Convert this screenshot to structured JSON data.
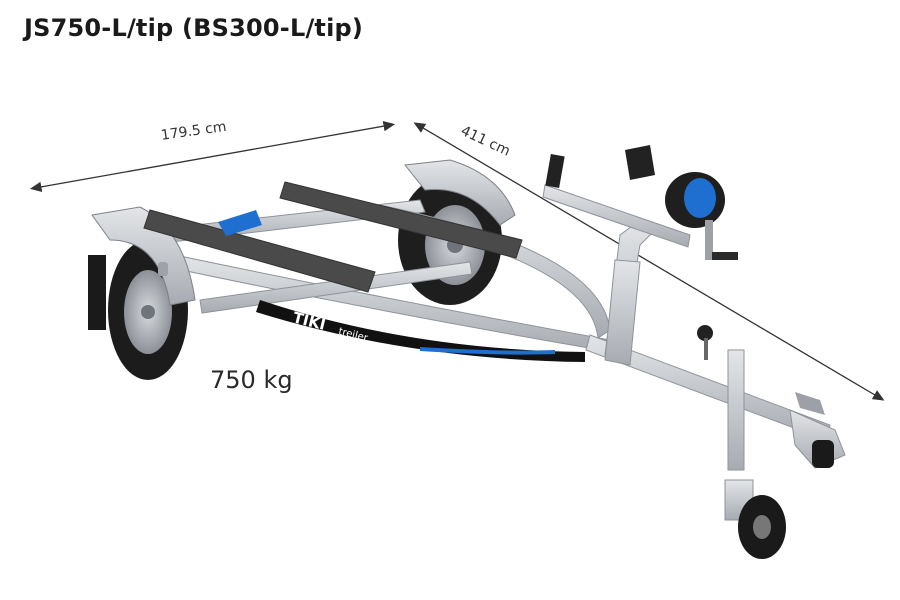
{
  "title": "JS750-L/tip (BS300-L/tip)",
  "dimensions": {
    "width": "179.5 cm",
    "length": "411 cm"
  },
  "capacity": "750 kg",
  "brand": {
    "name": "TIKI",
    "suffix": "treiler"
  },
  "colors": {
    "steel": "#c9ccd1",
    "steel_dark": "#8e939a",
    "tyre": "#1c1c1c",
    "bunk": "#4a4a4a",
    "accent_blue": "#1f6fd1",
    "stripe": "#111111"
  }
}
